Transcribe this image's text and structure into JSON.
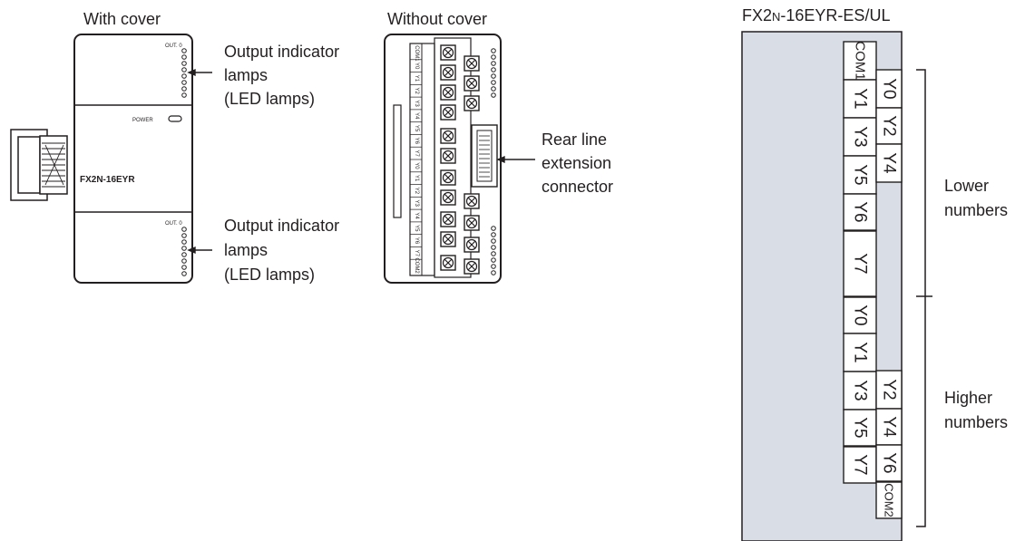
{
  "left_diagram": {
    "title_with_cover": "With cover",
    "title_without_cover": "Without cover",
    "upper_lamps_label": [
      "Output indicator",
      "lamps",
      "(LED lamps)"
    ],
    "lower_lamps_label": [
      "Output indicator",
      "lamps",
      "(LED lamps)"
    ],
    "connector_label": [
      "Rear line",
      "extension",
      "connector"
    ],
    "module_power_text": "POWER",
    "module_out_text": "OUT. 0",
    "module_name_text": "FX2N-16EYR",
    "strip_labels": [
      "COM1",
      "Y0",
      "Y1",
      "Y2",
      "Y3",
      "Y4",
      "Y5",
      "Y6",
      "Y7",
      "Y0",
      "Y1",
      "Y2",
      "Y3",
      "Y4",
      "Y5",
      "Y6",
      "Y7",
      "COM2"
    ]
  },
  "terminal_diagram": {
    "model": "FX2N-16EYR-ES/UL",
    "model_main_1": "FX2",
    "model_sub": "N",
    "model_main_2": "-16EYR-ES/UL",
    "inner_column": [
      "COM1",
      "Y1",
      "Y3",
      "Y5",
      "Y6",
      "Y7",
      "Y0",
      "Y1",
      "Y3",
      "Y5",
      "Y7"
    ],
    "outer_column": [
      "Y0",
      "Y2",
      "Y4",
      "Y2",
      "Y4",
      "Y6",
      "COM2"
    ],
    "lower_group_label": [
      "Lower",
      "numbers"
    ],
    "higher_group_label": [
      "Higher",
      "numbers"
    ]
  },
  "colors": {
    "panel": "#d9dde5",
    "line": "#231f20"
  }
}
